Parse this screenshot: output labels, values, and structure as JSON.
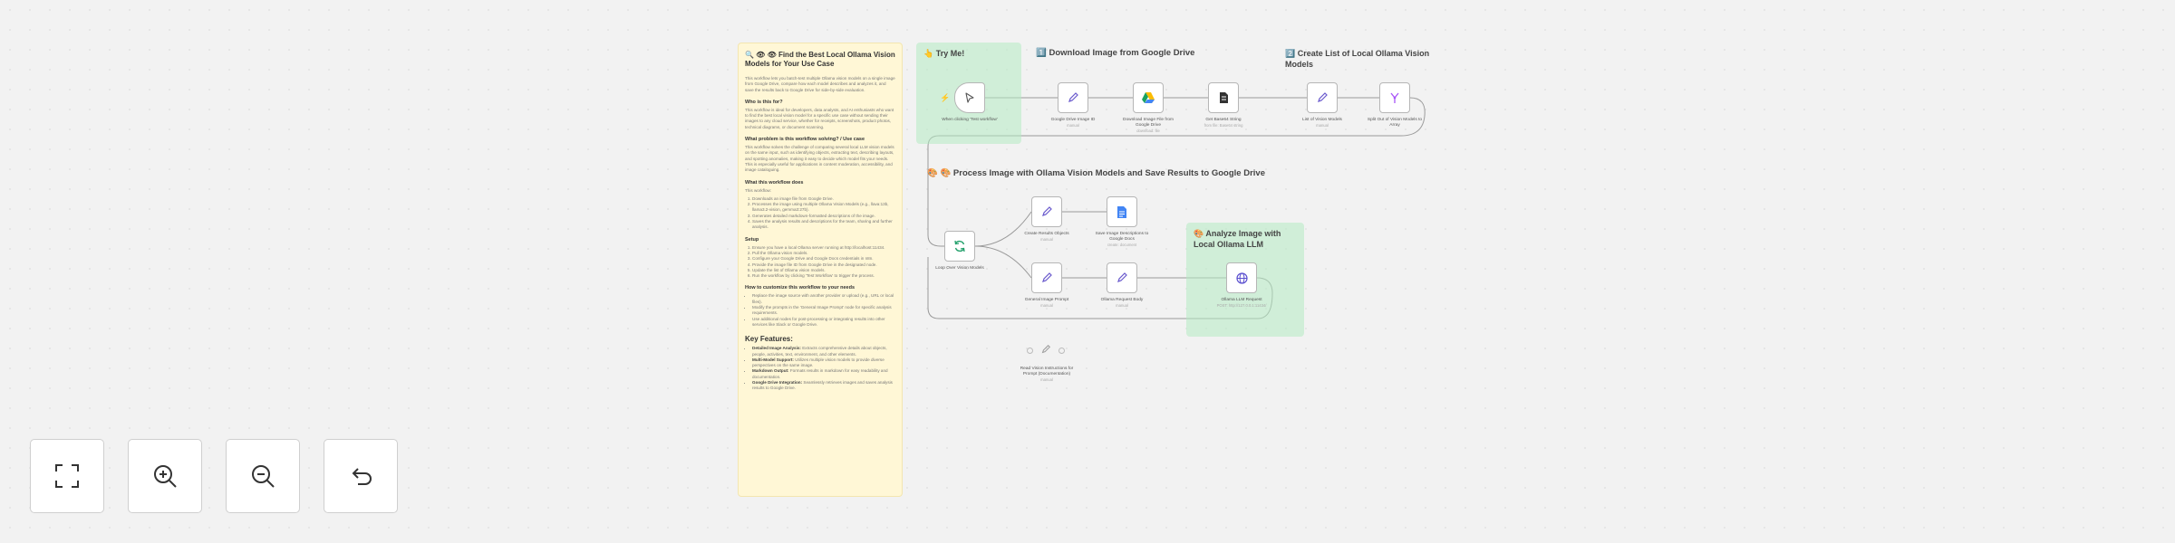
{
  "note": {
    "title": "🔍 👁 👁 Find the Best Local Ollama Vision Models for Your Use Case",
    "intro": "This workflow lets you batch-test multiple Ollama vision models on a single image from Google Drive, compare how each model describes and analyzes it, and save the results back to Google Drive for side-by-side evaluation.",
    "h_who": "Who is this for?",
    "p_who": "This workflow is ideal for developers, data analysts, and AI enthusiasts who want to find the best local vision model for a specific use case without sending their images to any cloud service, whether for receipts, screenshots, product photos, technical diagrams, or document scanning.",
    "h_problem": "What problem is this workflow solving? / Use case",
    "p_problem": "This workflow solves the challenge of comparing several local LLM vision models on the same input, such as identifying objects, extracting text, describing layouts, and spotting anomalies, making it easy to decide which model fits your needs. This is especially useful for applications in content moderation, accessibility, and image cataloguing.",
    "h_what": "What this workflow does",
    "p_what": "This workflow:",
    "what_items": [
      "Downloads an image file from Google Drive.",
      "Processes the image using multiple Ollama Vision Models (e.g., llava:13b, llama3.2-vision, gemma3:27b).",
      "Generates detailed markdown-formatted descriptions of the image.",
      "Saves the analysis results and descriptions for the team, sharing and further analysis."
    ],
    "h_setup": "Setup",
    "setup_items": [
      "Ensure you have a local Ollama server running at http://localhost:11434.",
      "Pull the Ollama vision models.",
      "Configure your Google Drive and Google Docs credentials in n8n.",
      "Provide the image file ID from Google Drive in the designated node.",
      "Update the list of Ollama vision models.",
      "Run the workflow by clicking 'Test Workflow' to trigger the process."
    ],
    "h_custom": "How to customize this workflow to your needs",
    "custom_items": [
      "Replace the image source with another provider or upload (e.g., URL or local files).",
      "Modify the prompts in the 'General Image Prompt' node for specific analysis requirements.",
      "Use additional nodes for post-processing or integrating results into other services like Slack or Google Drive."
    ],
    "h_features": "Key Features:",
    "feature_items": [
      {
        "bold": "Detailed Image Analysis:",
        "text": " Extracts comprehensive details about objects, people, activities, text, environment, and other elements."
      },
      {
        "bold": "Multi-Model Support:",
        "text": " Utilizes multiple vision models to provide diverse perspectives on the same image."
      },
      {
        "bold": "Markdown Output:",
        "text": " Formats results in markdown for easy readability and documentation."
      },
      {
        "bold": "Google Drive Integration:",
        "text": " Seamlessly retrieves images and saves analysis results to Google Drive."
      }
    ]
  },
  "stickies": {
    "try_me": "👆 Try Me!",
    "download": "1️⃣ Download Image from Google Drive",
    "create_list": "2️⃣ Create List of Local Ollama Vision Models",
    "process": "🎨 🎨 Process Image with Ollama Vision Models and Save Results to Google Drive",
    "analyze": "🎨 Analyze Image with Local Ollama LLM"
  },
  "nodes": {
    "trigger": {
      "label": "When clicking 'Test workflow'",
      "sub": "",
      "icon": "cursor-icon"
    },
    "set_drive": {
      "label": "Google Drive Image ID",
      "sub": "manual",
      "icon": "pencil-icon"
    },
    "download": {
      "label": "Download Image File from Google Drive",
      "sub": "download: file",
      "icon": "google-drive-icon"
    },
    "base64": {
      "label": "Get Base64 String",
      "sub": "from file: Base64 string",
      "icon": "file-extract-icon"
    },
    "models": {
      "label": "List of Vision Models",
      "sub": "manual",
      "icon": "pencil-icon"
    },
    "split": {
      "label": "Split Out of Vision Models to Array",
      "sub": "",
      "icon": "split-icon"
    },
    "loop": {
      "label": "Loop Over Vision Models",
      "sub": "",
      "icon": "loop-icon"
    },
    "results": {
      "label": "Create Results Objects",
      "sub": "manual",
      "icon": "pencil-icon"
    },
    "save_doc": {
      "label": "Save Image Descriptions to Google Docs",
      "sub": "create: document",
      "icon": "google-docs-icon"
    },
    "prompt": {
      "label": "General Image Prompt",
      "sub": "manual",
      "icon": "pencil-icon"
    },
    "request": {
      "label": "Ollama Request Body",
      "sub": "manual",
      "icon": "pencil-icon"
    },
    "http": {
      "label": "Ollama LLM Request",
      "sub": "POST: http://127.0.0.1:11434/",
      "icon": "globe-icon"
    },
    "disabled": {
      "label": "Read Vision Instructions for Prompt (Documentation)",
      "sub": "manual",
      "icon": "pencil-icon"
    }
  },
  "controls": {
    "fit": "fit-view-icon",
    "zoom_in": "zoom-in-icon",
    "zoom_out": "zoom-out-icon",
    "reset": "undo-icon"
  },
  "colors": {
    "node_border": "#b6b6b6",
    "wire": "#9a9a9a",
    "pencil": "#6a5acd",
    "sticky_yellow": "#fff7d6",
    "sticky_green": "#b4ebc3"
  }
}
